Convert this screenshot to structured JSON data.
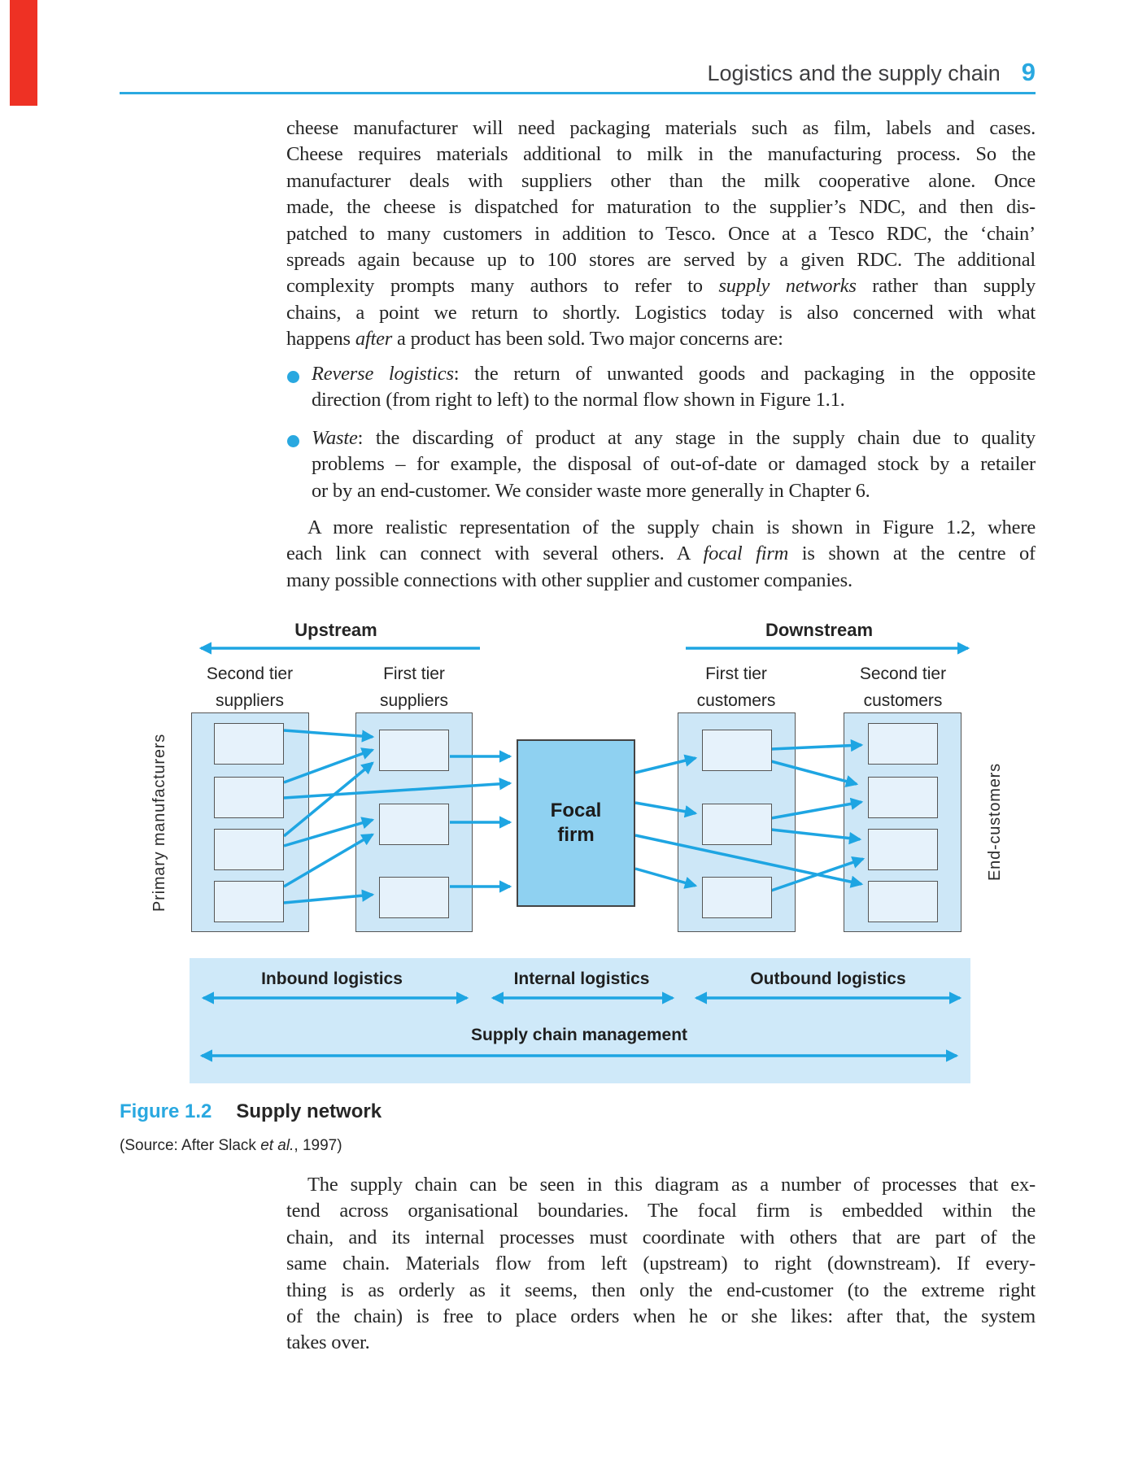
{
  "page": {
    "header_title": "Logistics and the supply chain",
    "page_number": "9"
  },
  "colors": {
    "accent_cyan": "#29a8e0",
    "red_tab": "#ee3124",
    "panel_fill": "#cde7f7",
    "box_fill": "#e6f2fb",
    "focal_fill": "#8fd1f1"
  },
  "body": {
    "para1": [
      "cheese manufacturer will need packaging materials such as film, labels and cases.",
      "Cheese requires materials additional to milk in the manufacturing process. So the",
      "manufacturer deals with suppliers other than the milk cooperative alone. Once",
      "made, the cheese is dispatched for maturation to the supplier’s NDC, and then dis-",
      "patched to many customers in addition to Tesco. Once at a Tesco RDC, the ‘chain’",
      "spreads again because up to 100 stores are served by a given RDC. The additional",
      "complexity prompts many authors to refer to *supply networks* rather than supply",
      "chains, a point we return to shortly. Logistics today is also concerned with what",
      "happens *after* a product has been sold. Two major concerns are:"
    ],
    "bullet1": [
      "*Reverse logistics*: the return of unwanted goods and packaging in the opposite",
      "direction (from right to left) to the normal flow shown in Figure 1.1."
    ],
    "bullet2": [
      "*Waste*: the discarding of product at any stage in the supply chain due to quality",
      "problems – for example, the disposal of out-of-date or damaged stock by a retailer",
      "or by an end-customer. We consider waste more generally in Chapter 6."
    ],
    "para3": [
      "A more realistic representation of the supply chain is shown in Figure 1.2, where",
      "each link can connect with several others. A *focal firm* is shown at the centre of",
      "many possible connections with other supplier and customer companies."
    ],
    "closing": [
      "The supply chain can be seen in this diagram as a number of processes that ex-",
      "tend across organisational boundaries. The focal firm is embedded within the",
      "chain, and its internal processes must coordinate with others that are part of the",
      "same chain. Materials flow from left (upstream) to right (downstream). If every-",
      "thing is as orderly as it seems, then only the end-customer (to the extreme right",
      "of the chain) is free to place orders when he or she likes: after that, the system",
      "takes over."
    ]
  },
  "figure": {
    "caption_label": "Figure 1.2",
    "caption_title": "Supply network",
    "source": "(Source: After Slack *et al.*, 1997)",
    "diagram": {
      "upstream_label": "Upstream",
      "downstream_label": "Downstream",
      "col_labels": [
        {
          "line1": "Second tier",
          "line2": "suppliers"
        },
        {
          "line1": "First tier",
          "line2": "suppliers"
        },
        {
          "line1": "First tier",
          "line2": "customers"
        },
        {
          "line1": "Second tier",
          "line2": "customers"
        }
      ],
      "left_axis_label": "Primary manufacturers",
      "right_axis_label": "End-customers",
      "focal_line1": "Focal",
      "focal_line2": "firm",
      "band": {
        "inbound": "Inbound logistics",
        "internal": "Internal logistics",
        "outbound": "Outbound logistics",
        "scm": "Supply chain management"
      }
    }
  }
}
